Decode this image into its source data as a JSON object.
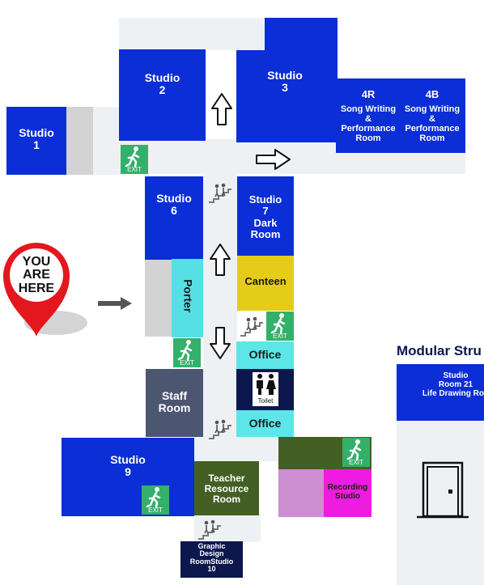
{
  "rooms": {
    "studio1": "Studio\n1",
    "studio2": "Studio\n2",
    "studio3": "Studio\n3",
    "room4r_code": "4R",
    "room4r_name": "Song Writing\n&\nPerformance\nRoom",
    "room4b_code": "4B",
    "room4b_name": "Song Writing\n&\nPerformance\nRoom",
    "studio6": "Studio\n6",
    "studio7": "Studio\n7\nDark\nRoom",
    "porter": "Porter",
    "canteen": "Canteen",
    "office_top": "Office",
    "office_bottom": "Office",
    "toilet": "Toilet",
    "staff_room": "Staff\nRoom",
    "studio9": "Studio\n9",
    "teacher_resource": "Teacher\nResource\nRoom",
    "recording_studio": "Recording\nStudio",
    "graphic_design": "Graphic\nDesign\nRoomStudio\n10",
    "modular_title": "Modular Stru",
    "modular_room": "Studio\nRoom 21\nLife Drawing Roo"
  },
  "marker": {
    "text": "YOU\nARE\nHERE"
  },
  "exit_label": "EXIT",
  "colors": {
    "studio_blue": "#0b2ed6",
    "porter_cyan": "#55e0e6",
    "canteen_yellow": "#e4cc18",
    "office_cyan": "#5ce6e8",
    "staff_slate": "#4c5670",
    "teacher_green": "#445f24",
    "recording_magenta": "#ee1ce0",
    "lilac": "#cc8ed0",
    "toilet_navy": "#0c174e",
    "graphic_navy": "#0c174e",
    "exit_green": "#33b06a",
    "marker_red": "#e3171d"
  },
  "icons": [
    "exit-sign-icon",
    "stairs-icon",
    "up-arrow-icon",
    "down-arrow-icon",
    "right-arrow-icon",
    "toilet-icon",
    "door-icon",
    "location-pin-icon"
  ]
}
